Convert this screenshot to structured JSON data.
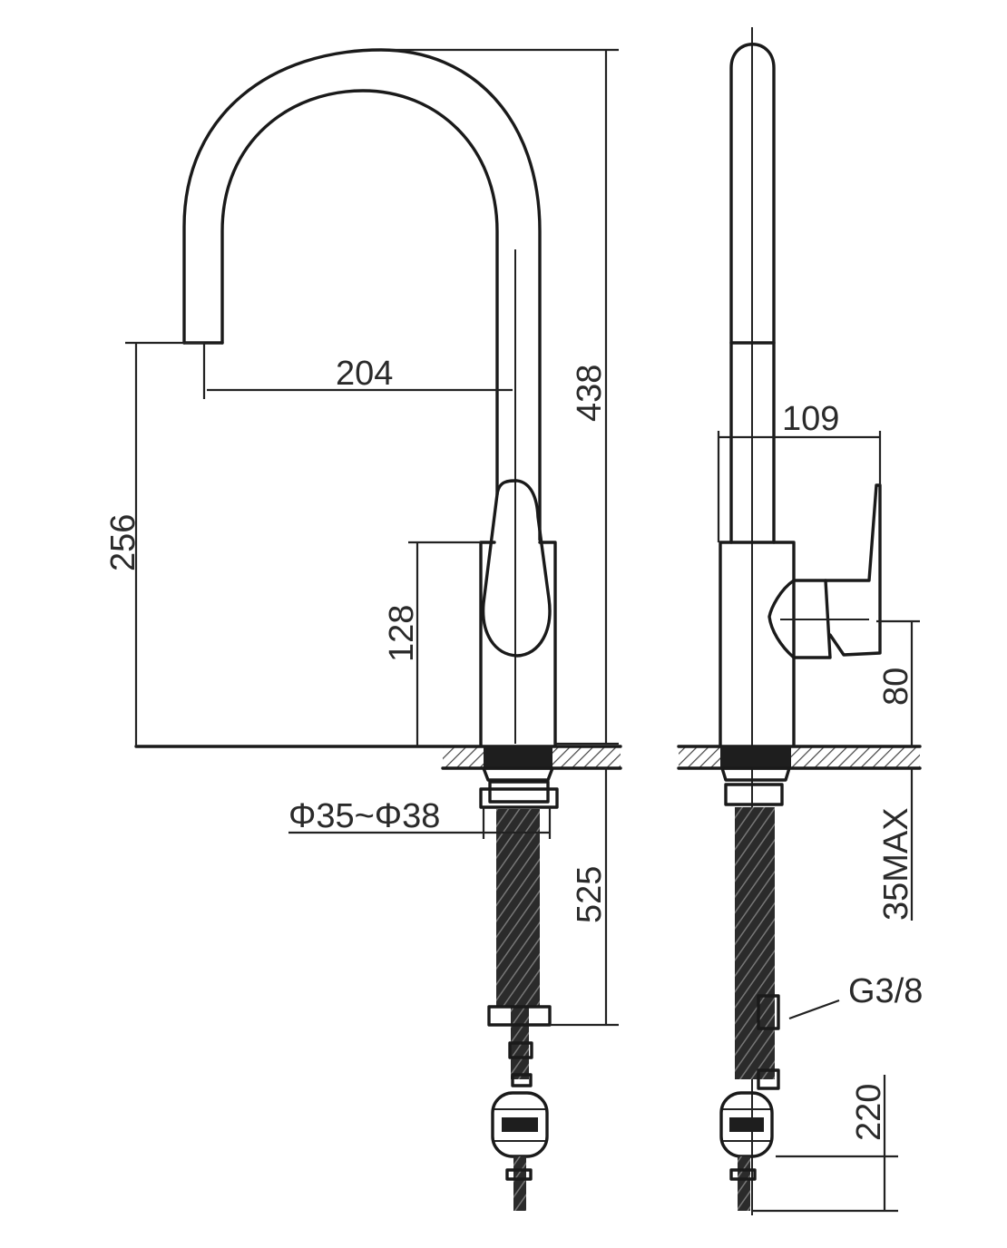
{
  "labels": {
    "spout_reach": "204",
    "total_height": "438",
    "spout_height": "256",
    "body_height": "128",
    "hole_diameter": "Φ35~Φ38",
    "hose_length": "525",
    "side_depth": "109",
    "lever_height": "80",
    "max_deck": "35MAX",
    "thread": "G3/8",
    "bottom_length": "220"
  },
  "colors": {
    "line": "#1a1a1a",
    "hatch": "#555555"
  }
}
